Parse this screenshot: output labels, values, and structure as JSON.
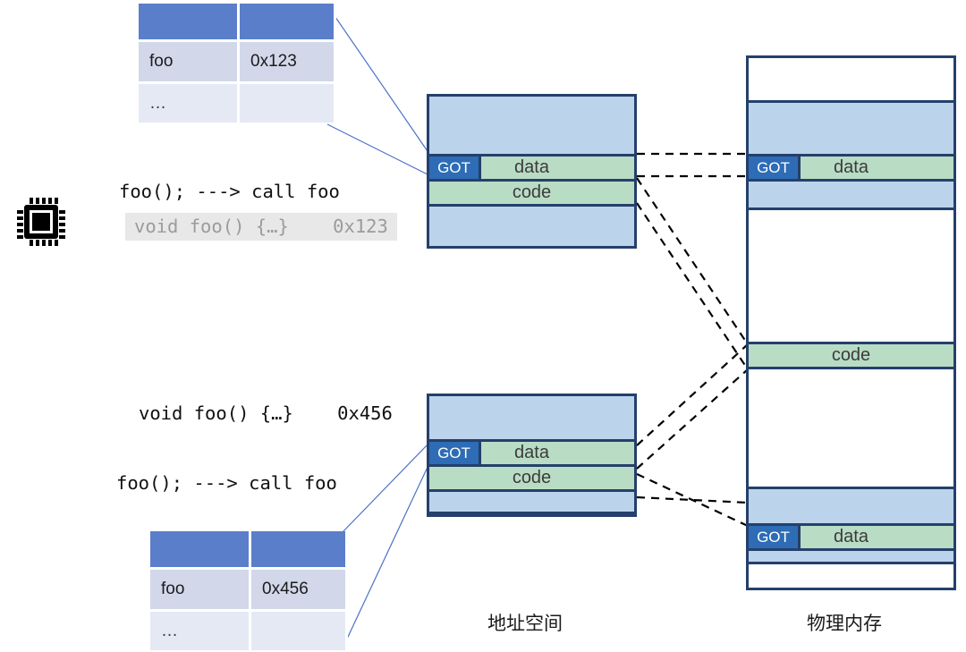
{
  "diagram": {
    "title": "Address space to physical memory mapping with GOT",
    "captions": {
      "address_space": "地址空间",
      "physical_memory": "物理内存"
    },
    "colors": {
      "table_header": "#5b7ecb",
      "table_row_alt": "#d2d8ea",
      "table_row": "#e5e9f3",
      "segment_blue": "#bcd3ec",
      "segment_green": "#b9dcc4",
      "got_blue": "#2e6cb5",
      "box_border": "#24406b",
      "connector_blue": "#4a72c4",
      "connector_dashed": "#000000",
      "code_dim_bg": "#e8e8e8",
      "code_dim_fg": "#9b9b9b"
    }
  },
  "symbol_tables": [
    {
      "id": "top",
      "header": [
        "",
        ""
      ],
      "rows": [
        {
          "name": "foo",
          "address": "0x123"
        },
        {
          "name": "…",
          "address": ""
        }
      ]
    },
    {
      "id": "bottom",
      "header": [
        "",
        ""
      ],
      "rows": [
        {
          "name": "foo",
          "address": "0x456"
        },
        {
          "name": "…",
          "address": ""
        }
      ]
    }
  ],
  "code_blocks": [
    {
      "id": "top-call",
      "text": "foo(); ---> call foo",
      "dim": false
    },
    {
      "id": "top-def",
      "text": "void foo() {…}    0x123",
      "dim": true
    },
    {
      "id": "bottom-def",
      "text": "void foo() {…}    0x456",
      "dim": false
    },
    {
      "id": "bottom-call",
      "text": "foo(); ---> call foo",
      "dim": false
    }
  ],
  "cpu": {
    "icon": "cpu-chip-icon"
  },
  "address_spaces": [
    {
      "id": "address-space-top",
      "segments": [
        {
          "kind": "blue",
          "label": ""
        },
        {
          "kind": "gotrow",
          "label": "data",
          "got": "GOT"
        },
        {
          "kind": "green",
          "label": "code"
        },
        {
          "kind": "blue",
          "label": ""
        }
      ]
    },
    {
      "id": "address-space-bottom",
      "segments": [
        {
          "kind": "blue",
          "label": ""
        },
        {
          "kind": "gotrow",
          "label": "data",
          "got": "GOT"
        },
        {
          "kind": "green",
          "label": "code"
        },
        {
          "kind": "blue",
          "label": ""
        }
      ]
    }
  ],
  "physical_memory": {
    "id": "physical-memory",
    "segments": [
      {
        "kind": "white",
        "label": ""
      },
      {
        "kind": "blue",
        "label": ""
      },
      {
        "kind": "gotrow",
        "label": "data",
        "got": "GOT"
      },
      {
        "kind": "blue",
        "label": ""
      },
      {
        "kind": "white",
        "label": ""
      },
      {
        "kind": "green",
        "label": "code"
      },
      {
        "kind": "white",
        "label": ""
      },
      {
        "kind": "blue",
        "label": ""
      },
      {
        "kind": "gotrow",
        "label": "data",
        "got": "GOT"
      },
      {
        "kind": "blue",
        "label": ""
      },
      {
        "kind": "white",
        "label": ""
      }
    ]
  }
}
